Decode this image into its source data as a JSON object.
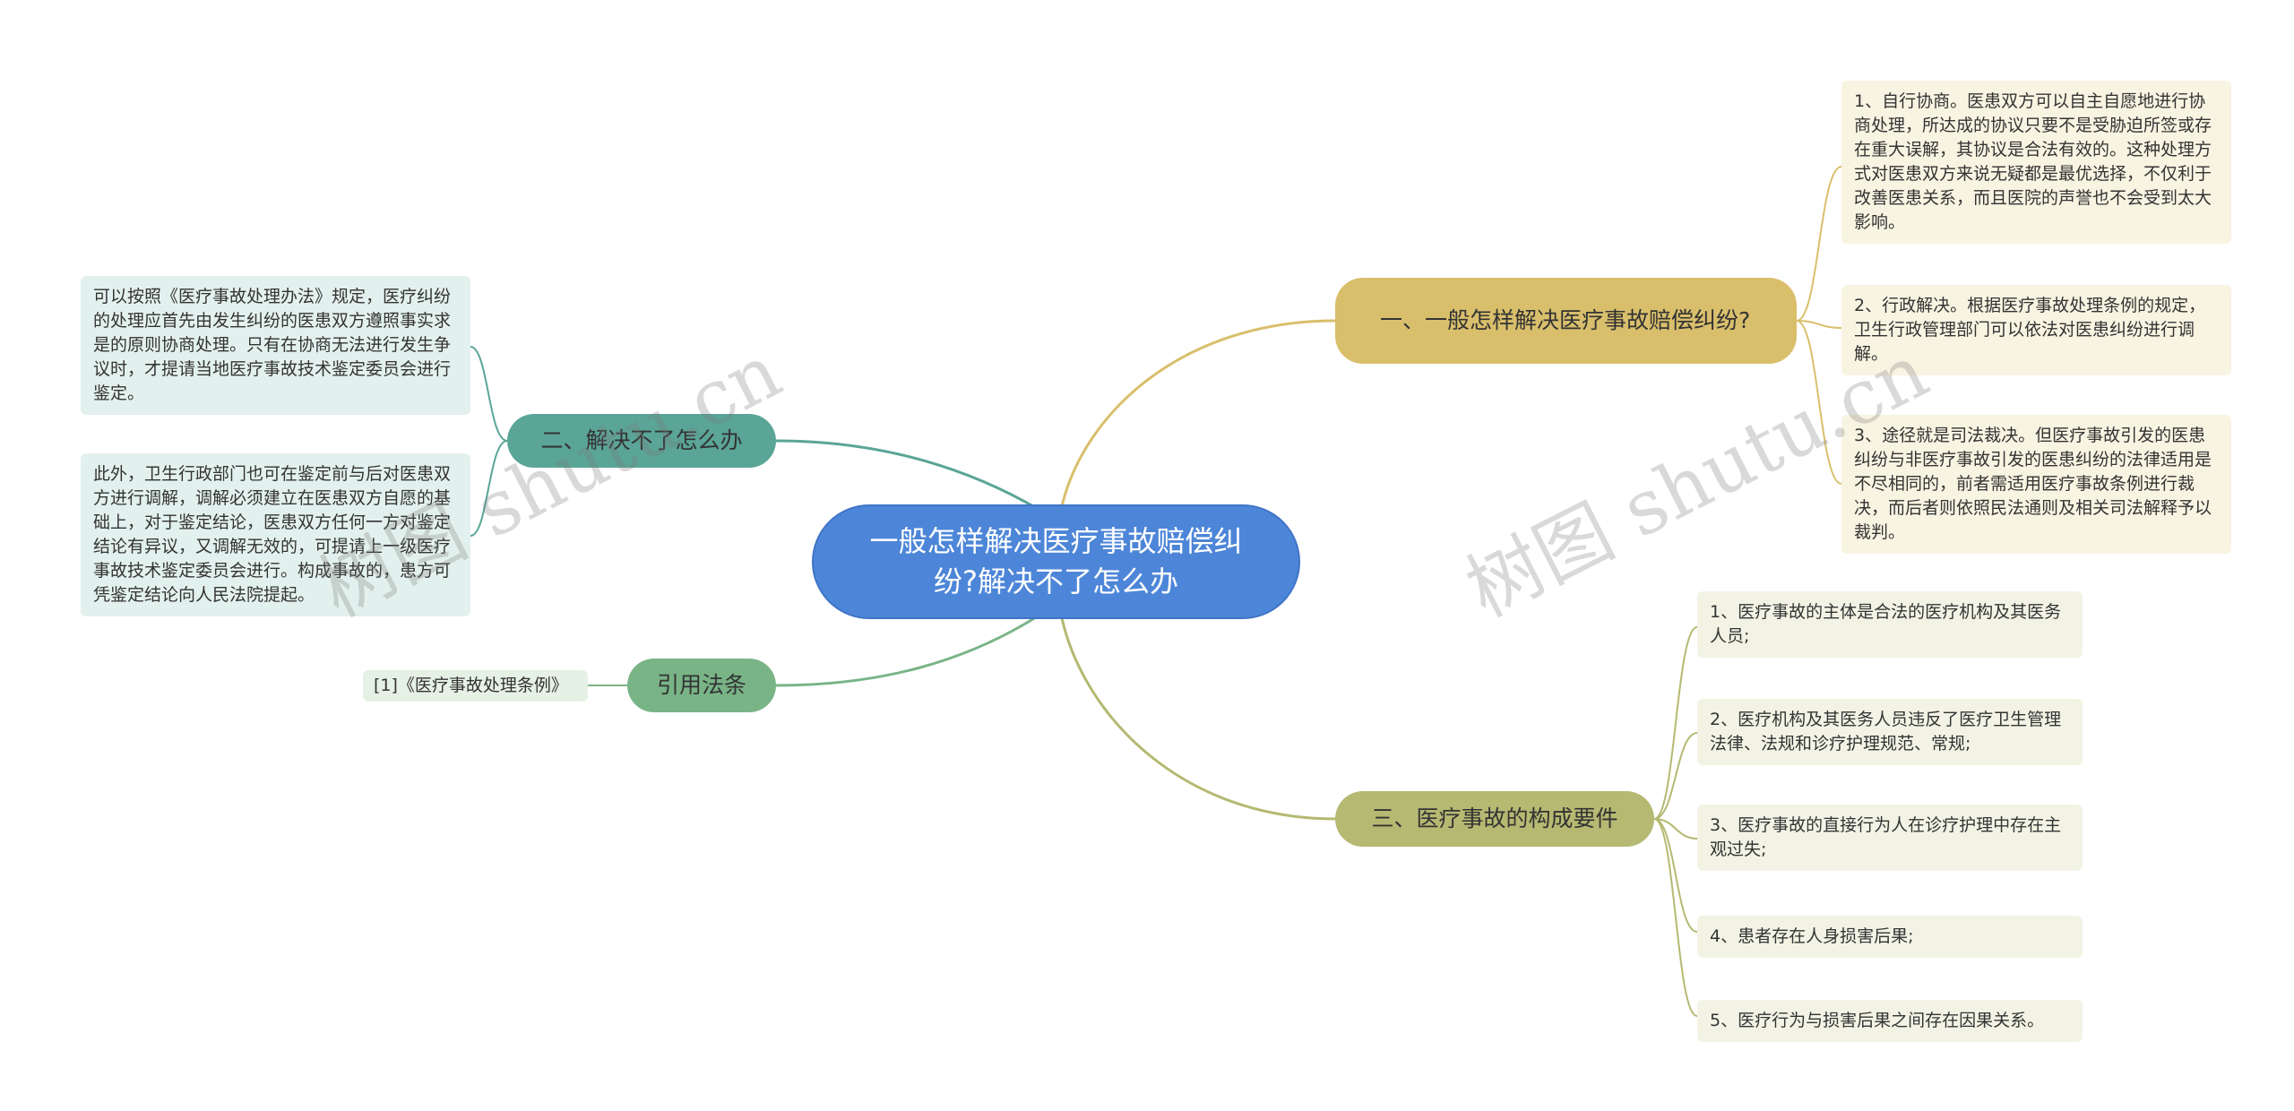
{
  "root": {
    "label": "一般怎样解决医疗事故赔偿纠纷?解决不了怎么办"
  },
  "branches": {
    "b1": {
      "label": "一、一般怎样解决医疗事故赔偿纠纷?",
      "items": [
        "1、自行协商。医患双方可以自主自愿地进行协商处理，所达成的协议只要不是受胁迫所签或存在重大误解，其协议是合法有效的。这种处理方式对医患双方来说无疑都是最优选择，不仅利于改善医患关系，而且医院的声誉也不会受到太大影响。",
        "2、行政解决。根据医疗事故处理条例的规定，卫生行政管理部门可以依法对医患纠纷进行调解。",
        "3、途径就是司法裁决。但医疗事故引发的医患纠纷与非医疗事故引发的医患纠纷的法律适用是不尽相同的，前者需适用医疗事故条例进行裁决，而后者则依照民法通则及相关司法解释予以裁判。"
      ]
    },
    "b2": {
      "label": "二、解决不了怎么办",
      "items": [
        "可以按照《医疗事故处理办法》规定，医疗纠纷的处理应首先由发生纠纷的医患双方遵照事实求是的原则协商处理。只有在协商无法进行发生争议时，才提请当地医疗事故技术鉴定委员会进行鉴定。",
        "此外，卫生行政部门也可在鉴定前与后对医患双方进行调解，调解必须建立在医患双方自愿的基础上，对于鉴定结论，医患双方任何一方对鉴定结论有异议，又调解无效的，可提请上一级医疗事故技术鉴定委员会进行。构成事故的，患方可凭鉴定结论向人民法院提起。"
      ]
    },
    "b3": {
      "label": "引用法条",
      "items": [
        "[1]《医疗事故处理条例》"
      ]
    },
    "b4": {
      "label": "三、医疗事故的构成要件",
      "items": [
        "1、医疗事故的主体是合法的医疗机构及其医务人员;",
        "2、医疗机构及其医务人员违反了医疗卫生管理法律、法规和诊疗护理规范、常规;",
        "3、医疗事故的直接行为人在诊疗护理中存在主观过失;",
        "4、患者存在人身损害后果;",
        "5、医疗行为与损害后果之间存在因果关系。"
      ]
    }
  },
  "watermarks": [
    "树图 shutu.cn",
    "树图 shutu.cn"
  ],
  "colors": {
    "root": "#4d86d8",
    "b1": "#d9bf6c",
    "b2": "#5aa597",
    "b3": "#79b487",
    "b4": "#b5b972"
  }
}
